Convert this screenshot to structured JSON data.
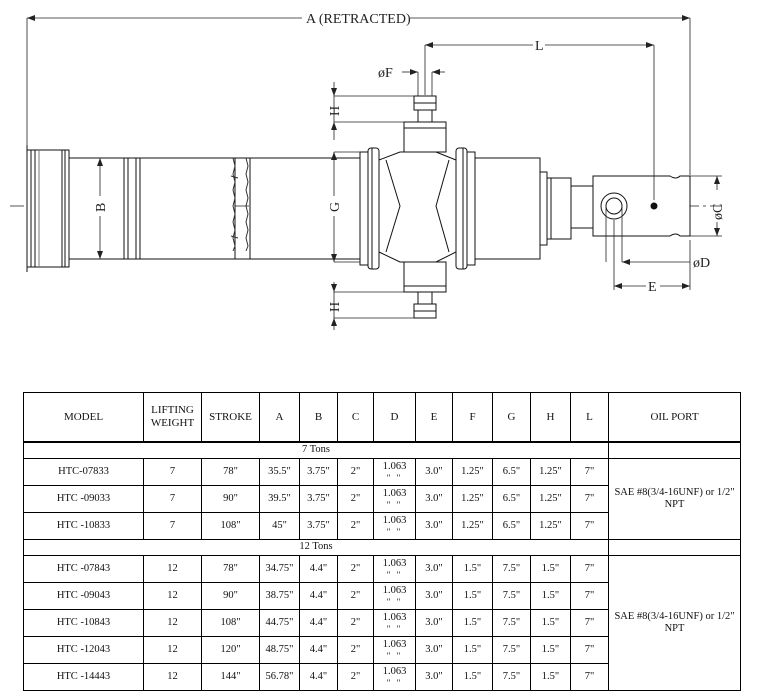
{
  "dimensions": {
    "a_retracted": "A (RETRACTED)",
    "l": "L",
    "f": "øF",
    "h_top": "H",
    "h_bottom": "H",
    "b": "B",
    "g": "G",
    "c": "øC",
    "d": "øD",
    "e": "E"
  },
  "table": {
    "headers": [
      "MODEL",
      "LIFTING WEIGHT",
      "STROKE",
      "A",
      "B",
      "C",
      "D",
      "E",
      "F",
      "G",
      "H",
      "L",
      "OIL PORT"
    ],
    "groups": [
      {
        "label": "7 Tons",
        "oil_port": "SAE #8(3/4-16UNF) or 1/2\" NPT",
        "rows": [
          {
            "model": "HTC-07833",
            "weight": "7",
            "stroke": "78\"",
            "a": "35.5\"",
            "b": "3.75\"",
            "c": "2\"",
            "d": "1.063",
            "d2": "\" \"",
            "e": "3.0\"",
            "f": "1.25\"",
            "g": "6.5\"",
            "h": "1.25\"",
            "l": "7\""
          },
          {
            "model": "HTC -09033",
            "weight": "7",
            "stroke": "90\"",
            "a": "39.5\"",
            "b": "3.75\"",
            "c": "2\"",
            "d": "1.063",
            "d2": "\" \"",
            "e": "3.0\"",
            "f": "1.25\"",
            "g": "6.5\"",
            "h": "1.25\"",
            "l": "7\""
          },
          {
            "model": "HTC -10833",
            "weight": "7",
            "stroke": "108\"",
            "a": "45\"",
            "b": "3.75\"",
            "c": "2\"",
            "d": "1.063",
            "d2": "\" \"",
            "e": "3.0\"",
            "f": "1.25\"",
            "g": "6.5\"",
            "h": "1.25\"",
            "l": "7\""
          }
        ]
      },
      {
        "label": "12 Tons",
        "oil_port": "SAE #8(3/4-16UNF) or 1/2\" NPT",
        "rows": [
          {
            "model": "HTC -07843",
            "weight": "12",
            "stroke": "78\"",
            "a": "34.75\"",
            "b": "4.4\"",
            "c": "2\"",
            "d": "1.063",
            "d2": "\" \"",
            "e": "3.0\"",
            "f": "1.5\"",
            "g": "7.5\"",
            "h": "1.5\"",
            "l": "7\""
          },
          {
            "model": "HTC -09043",
            "weight": "12",
            "stroke": "90\"",
            "a": "38.75\"",
            "b": "4.4\"",
            "c": "2\"",
            "d": "1.063",
            "d2": "\" \"",
            "e": "3.0\"",
            "f": "1.5\"",
            "g": "7.5\"",
            "h": "1.5\"",
            "l": "7\""
          },
          {
            "model": "HTC -10843",
            "weight": "12",
            "stroke": "108\"",
            "a": "44.75\"",
            "b": "4.4\"",
            "c": "2\"",
            "d": "1.063",
            "d2": "\" \"",
            "e": "3.0\"",
            "f": "1.5\"",
            "g": "7.5\"",
            "h": "1.5\"",
            "l": "7\""
          },
          {
            "model": "HTC -12043",
            "weight": "12",
            "stroke": "120\"",
            "a": "48.75\"",
            "b": "4.4\"",
            "c": "2\"",
            "d": "1.063",
            "d2": "\" \"",
            "e": "3.0\"",
            "f": "1.5\"",
            "g": "7.5\"",
            "h": "1.5\"",
            "l": "7\""
          },
          {
            "model": "HTC -14443",
            "weight": "12",
            "stroke": "144\"",
            "a": "56.78\"",
            "b": "4.4\"",
            "c": "2\"",
            "d": "1.063",
            "d2": "\" \"",
            "e": "3.0\"",
            "f": "1.5\"",
            "g": "7.5\"",
            "h": "1.5\"",
            "l": "7\""
          }
        ]
      }
    ]
  }
}
